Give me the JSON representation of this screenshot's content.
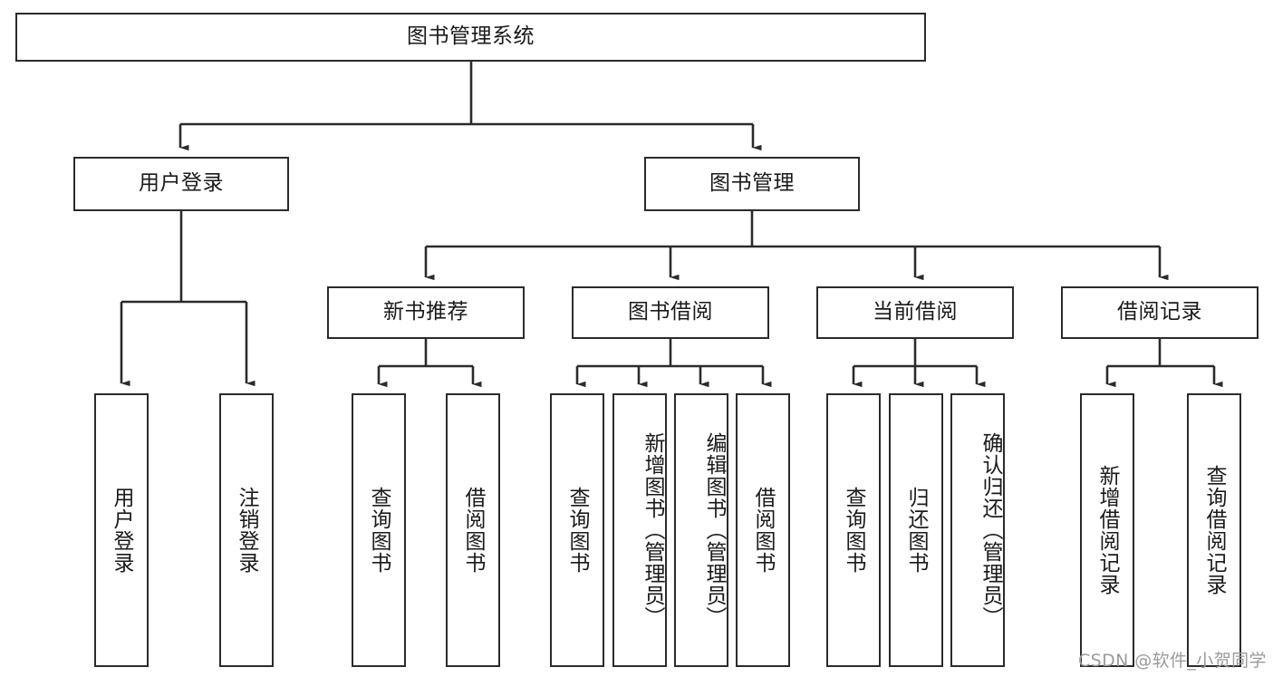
{
  "diagram": {
    "type": "tree-hierarchy",
    "title": "图书管理系统",
    "root": {
      "id": "root",
      "label": "图书管理系统"
    },
    "level2": [
      {
        "id": "user-login",
        "label": "用户登录"
      },
      {
        "id": "book-manage",
        "label": "图书管理"
      }
    ],
    "level3": [
      {
        "id": "new-book-rec",
        "label": "新书推荐",
        "parent": "book-manage"
      },
      {
        "id": "book-borrow",
        "label": "图书借阅",
        "parent": "book-manage"
      },
      {
        "id": "current-borrow",
        "label": "当前借阅",
        "parent": "book-manage"
      },
      {
        "id": "borrow-record",
        "label": "借阅记录",
        "parent": "book-manage"
      }
    ],
    "leaves": [
      {
        "id": "leaf-user-login",
        "label": "用户登录",
        "parent": "user-login"
      },
      {
        "id": "leaf-user-logout",
        "label": "注销登录",
        "parent": "user-login"
      },
      {
        "id": "leaf-query-book-1",
        "label": "查询图书",
        "parent": "new-book-rec"
      },
      {
        "id": "leaf-borrow-book-1",
        "label": "借阅图书",
        "parent": "new-book-rec"
      },
      {
        "id": "leaf-query-book-2",
        "label": "查询图书",
        "parent": "book-borrow"
      },
      {
        "id": "leaf-add-book",
        "label": "新增图书（管理员）",
        "parent": "book-borrow"
      },
      {
        "id": "leaf-edit-book",
        "label": "编辑图书（管理员）",
        "parent": "book-borrow"
      },
      {
        "id": "leaf-borrow-book-2",
        "label": "借阅图书",
        "parent": "book-borrow"
      },
      {
        "id": "leaf-query-book-3",
        "label": "查询图书",
        "parent": "current-borrow"
      },
      {
        "id": "leaf-return-book",
        "label": "归还图书",
        "parent": "current-borrow"
      },
      {
        "id": "leaf-confirm-return",
        "label": "确认归还（管理员）",
        "parent": "current-borrow"
      },
      {
        "id": "leaf-add-record",
        "label": "新增借阅记录",
        "parent": "borrow-record"
      },
      {
        "id": "leaf-query-record",
        "label": "查询借阅记录",
        "parent": "borrow-record"
      }
    ],
    "colors": {
      "box_border": "#2b2b2b",
      "box_fill": "#ffffff",
      "connector": "#2b2b2b",
      "text": "#1a1a1a",
      "watermark": "#9b9b9b",
      "background": "#ffffff"
    }
  },
  "watermark": {
    "text": "CSDN @软件_小贺同学"
  }
}
